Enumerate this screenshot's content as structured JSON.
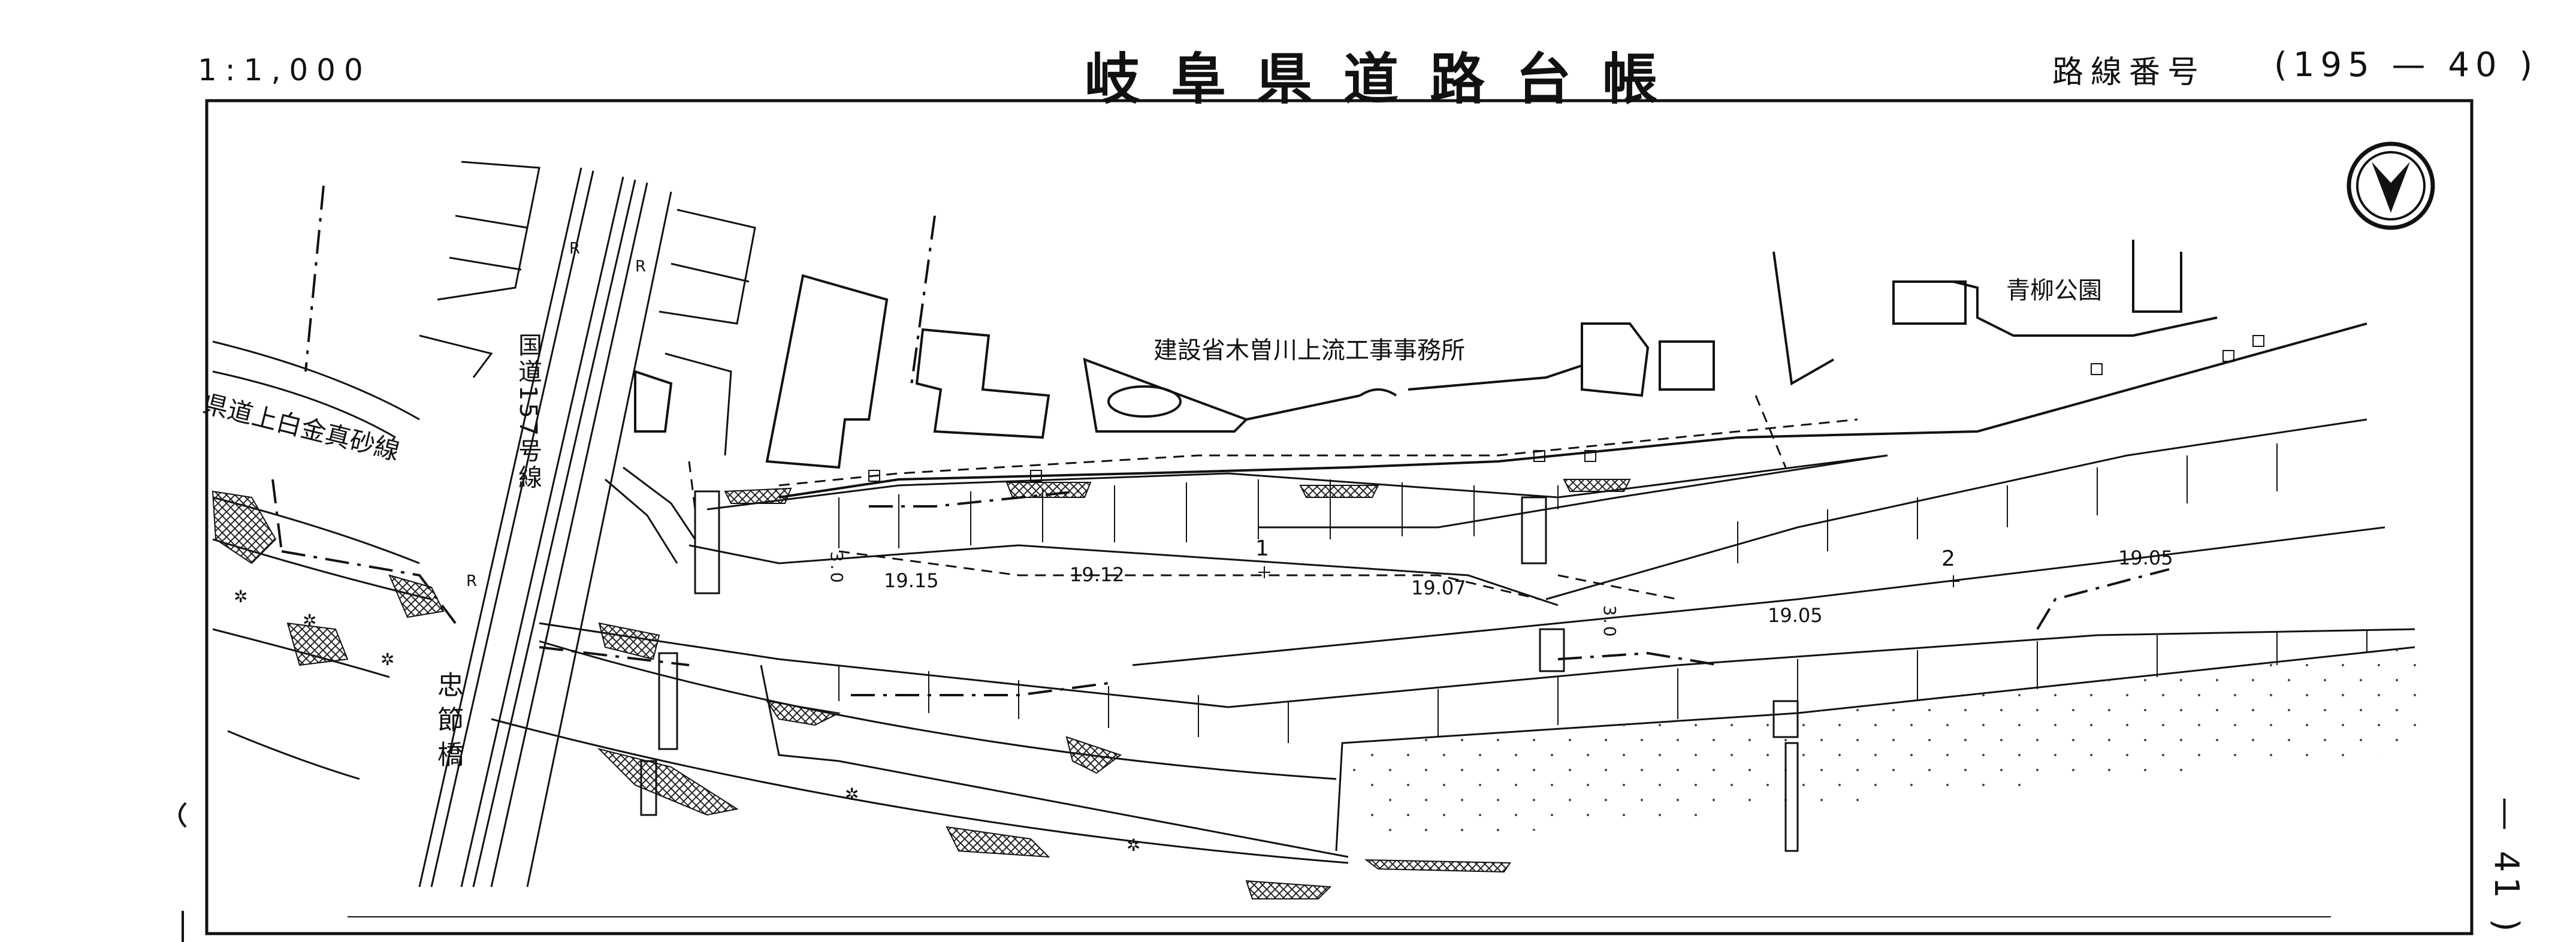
{
  "header": {
    "scale": "1:1,000",
    "title": "岐阜県道路台帳",
    "route_label": "路線番号",
    "route_number": "(195 — 40 )"
  },
  "page_ref": "— 41 )",
  "labels": {
    "office": "建設省木曽川上流工事事務所",
    "park": "青柳公園",
    "national_road": "国道157号線",
    "prefectural_road": "県道上白金真砂線",
    "bridge": "忠節橋"
  },
  "elevations": [
    "19.15",
    "19.12",
    "19.07",
    "19.05",
    "19.05"
  ],
  "markers": {
    "section_1": "1",
    "section_2": "2",
    "width_1": "3.0",
    "width_2": "3.0",
    "road_r1": "R",
    "road_r2": "R",
    "road_r3": "R"
  },
  "north_arrow": "north-arrow-icon"
}
